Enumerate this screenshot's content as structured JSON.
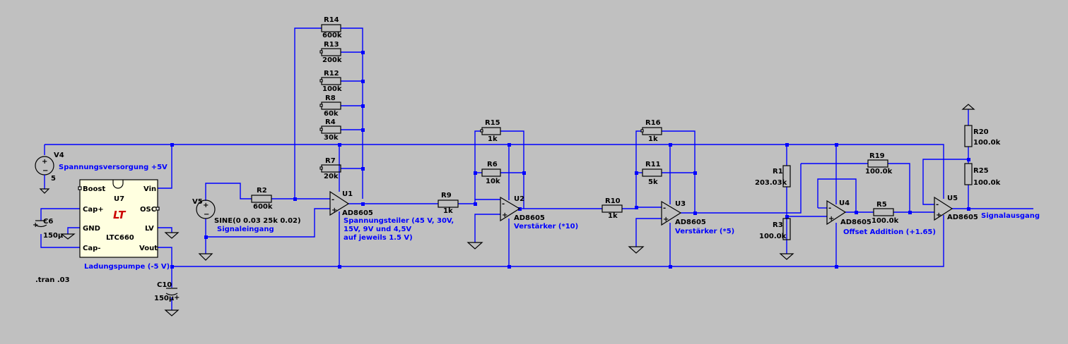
{
  "resistors": {
    "R14": {
      "name": "R14",
      "value": "600k"
    },
    "R13": {
      "name": "R13",
      "value": "200k"
    },
    "R12": {
      "name": "R12",
      "value": "100k"
    },
    "R8": {
      "name": "R8",
      "value": "60k"
    },
    "R4": {
      "name": "R4",
      "value": "30k"
    },
    "R7": {
      "name": "R7",
      "value": "20k"
    },
    "R2": {
      "name": "R2",
      "value": "600k"
    },
    "R9": {
      "name": "R9",
      "value": "1k"
    },
    "R15": {
      "name": "R15",
      "value": "1k"
    },
    "R6": {
      "name": "R6",
      "value": "10k"
    },
    "R10": {
      "name": "R10",
      "value": "1k"
    },
    "R16": {
      "name": "R16",
      "value": "1k"
    },
    "R11": {
      "name": "R11",
      "value": "5k"
    },
    "R1": {
      "name": "R1",
      "value": "203.03k"
    },
    "R3": {
      "name": "R3",
      "value": "100.0k"
    },
    "R19": {
      "name": "R19",
      "value": "100.0k"
    },
    "R5": {
      "name": "R5",
      "value": "100.0k"
    },
    "R20": {
      "name": "R20",
      "value": "100.0k"
    },
    "R25": {
      "name": "R25",
      "value": "100.0k"
    }
  },
  "capacitors": {
    "C6": {
      "name": "C6",
      "value": "150µ"
    },
    "C10": {
      "name": "C10",
      "value": "150µ"
    }
  },
  "sources": {
    "V4": {
      "name": "V4",
      "value": "5",
      "comment": "Spannungsversorgung +5V"
    },
    "V5": {
      "name": "V5",
      "value": "SINE(0 0.03 25k 0.02)",
      "comment": "Signaleingang"
    }
  },
  "opamps": {
    "U1": {
      "name": "U1",
      "part": "AD8605"
    },
    "U2": {
      "name": "U2",
      "part": "AD8605"
    },
    "U3": {
      "name": "U3",
      "part": "AD8605"
    },
    "U4": {
      "name": "U4",
      "part": "AD8605"
    },
    "U5": {
      "name": "U5",
      "part": "AD8605"
    }
  },
  "chip": {
    "name": "U7",
    "part": "LTC660",
    "logo": "LT",
    "pins": {
      "boost": "Boost",
      "capp": "Cap+",
      "gnd": "GND",
      "capm": "Cap-",
      "vin": "Vin",
      "osc": "OSC",
      "lv": "LV",
      "vout": "Vout"
    },
    "comment": "Ladungspumpe (-5 V)"
  },
  "comments": {
    "divider_1": "Spannungsteiler (45 V, 30V,",
    "divider_2": "15V, 9V und 4,5V",
    "divider_3": "auf jeweils 1.5 V)",
    "amp10": "Verstärker (*10)",
    "amp5": "Verstärker (*5)",
    "offset": "Offset Addition (+1.65)",
    "output": "Signalausgang"
  },
  "directive": ".tran .03"
}
